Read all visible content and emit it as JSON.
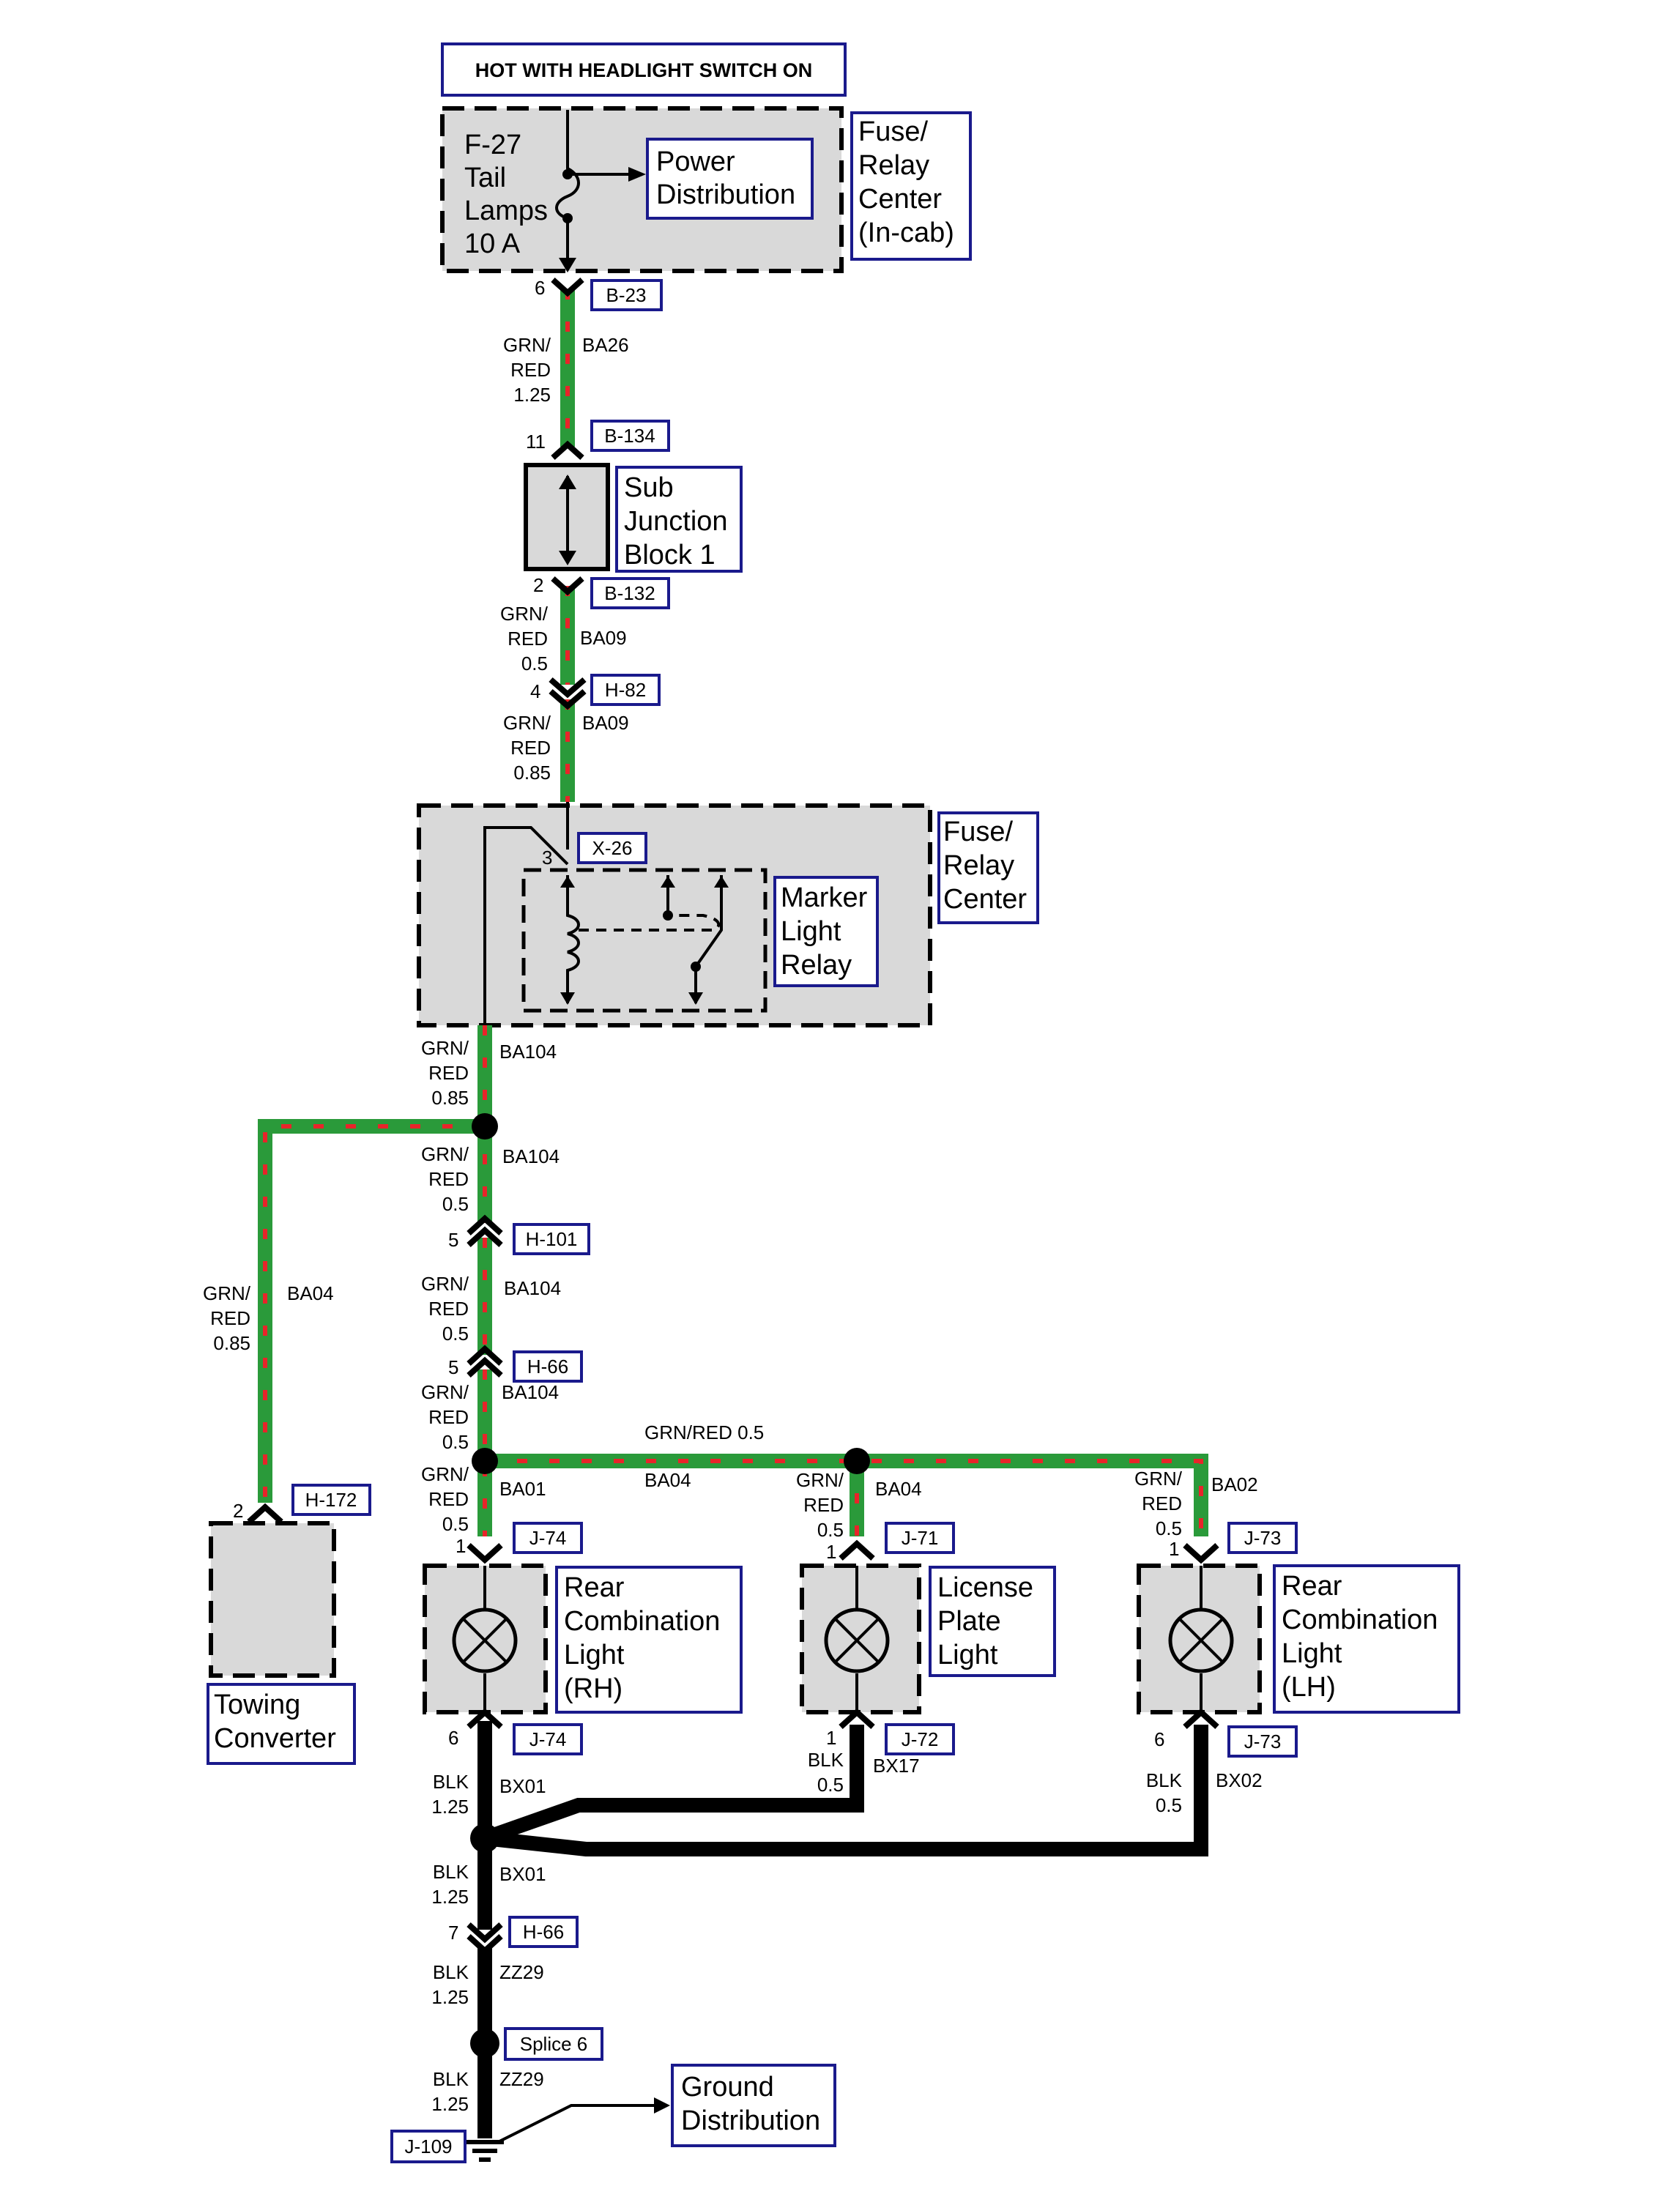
{
  "title": "HOT WITH HEADLIGHT SWITCH ON",
  "modules": {
    "fuse_relay_incab": {
      "lines": [
        "Fuse/",
        "Relay",
        "Center",
        "(In-cab)"
      ]
    },
    "power_distribution": {
      "lines": [
        "Power",
        "Distribution"
      ]
    },
    "fuse": {
      "lines": [
        "F-27",
        "Tail",
        "Lamps",
        "10 A"
      ]
    },
    "sub_junction": {
      "lines": [
        "Sub",
        "Junction",
        "Block 1"
      ]
    },
    "fuse_relay_center": {
      "lines": [
        "Fuse/",
        "Relay",
        "Center"
      ]
    },
    "marker_relay": {
      "lines": [
        "Marker",
        "Light",
        "Relay"
      ]
    },
    "towing_converter": {
      "lines": [
        "Towing",
        "Converter"
      ]
    },
    "rear_comb_rh": {
      "lines": [
        "Rear",
        "Combination",
        "Light",
        "(RH)"
      ]
    },
    "license_plate": {
      "lines": [
        "License",
        "Plate",
        "Light"
      ]
    },
    "rear_comb_lh": {
      "lines": [
        "Rear",
        "Combination",
        "Light",
        "(LH)"
      ]
    },
    "ground_distribution": {
      "lines": [
        "Ground",
        "Distribution"
      ]
    }
  },
  "connectors": {
    "b23": "B-23",
    "b134": "B-134",
    "b132": "B-132",
    "h82": "H-82",
    "x26": "X-26",
    "h101": "H-101",
    "h66a": "H-66",
    "h172": "H-172",
    "j74a": "J-74",
    "j71": "J-71",
    "j73a": "J-73",
    "j74b": "J-74",
    "j72": "J-72",
    "j73b": "J-73",
    "h66b": "H-66",
    "splice6": "Splice 6",
    "j109": "J-109"
  },
  "pins": {
    "b23": "6",
    "b134": "11",
    "b132": "2",
    "h82": "4",
    "x26": "3",
    "h101": "5",
    "h66a": "5",
    "h172": "2",
    "j74a": "1",
    "j71": "1",
    "j73a": "1",
    "j74b": "6",
    "j72": "1",
    "j73b": "6",
    "h66b": "7"
  },
  "wires": {
    "w1": {
      "color": [
        "GRN/",
        "RED",
        "1.25"
      ],
      "circuit": "BA26"
    },
    "w2": {
      "color": [
        "GRN/",
        "RED",
        "0.5"
      ],
      "circuit": "BA09"
    },
    "w3": {
      "color": [
        "GRN/",
        "RED",
        "0.85"
      ],
      "circuit": "BA09"
    },
    "w4": {
      "color": [
        "GRN/",
        "RED",
        "0.85"
      ],
      "circuit": "BA104"
    },
    "w5": {
      "color": [
        "GRN/",
        "RED",
        "0.5"
      ],
      "circuit": "BA104"
    },
    "w6": {
      "color": [
        "GRN/",
        "RED",
        "0.5"
      ],
      "circuit": "BA104"
    },
    "w7": {
      "color": [
        "GRN/",
        "RED",
        "0.5"
      ],
      "circuit": "BA104"
    },
    "w8": {
      "color": [
        "GRN/",
        "RED",
        "0.5"
      ],
      "circuit": "BA01"
    },
    "w_tow": {
      "color": [
        "GRN/",
        "RED",
        "0.85"
      ],
      "circuit": "BA04"
    },
    "w_top": {
      "color": "GRN/RED 0.5",
      "circuit": "BA04"
    },
    "w_lic": {
      "color": [
        "GRN/",
        "RED",
        "0.5"
      ],
      "circuit": "BA04"
    },
    "w_lh": {
      "color": [
        "GRN/",
        "RED",
        "0.5"
      ],
      "circuit": "BA02"
    },
    "g1": {
      "color": [
        "BLK",
        "1.25"
      ],
      "circuit": "BX01"
    },
    "g_lic": {
      "color": [
        "BLK",
        "0.5"
      ],
      "circuit": "BX17"
    },
    "g_lh": {
      "color": [
        "BLK",
        "0.5"
      ],
      "circuit": "BX02"
    },
    "g2": {
      "color": [
        "BLK",
        "1.25"
      ],
      "circuit": "BX01"
    },
    "g3": {
      "color": [
        "BLK",
        "1.25"
      ],
      "circuit": "ZZ29"
    },
    "g4": {
      "color": [
        "BLK",
        "1.25"
      ],
      "circuit": "ZZ29"
    }
  },
  "colors": {
    "green": "#2a9a3a",
    "red": "#e8242a",
    "box_border": "#1a1a8c",
    "module_fill": "#d9d9d9"
  }
}
